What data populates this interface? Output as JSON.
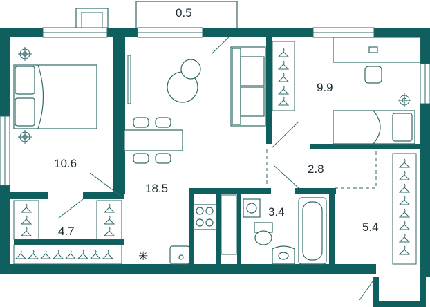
{
  "colors": {
    "wall": "#0f5f5f",
    "line": "#2f6a66",
    "fill_light": "#e6f0ee",
    "text": "#1d2b33"
  },
  "rooms": [
    {
      "id": "balcony",
      "area": "0.5"
    },
    {
      "id": "bedroom-left",
      "area": "10.6"
    },
    {
      "id": "living-kitchen",
      "area": "18.5"
    },
    {
      "id": "bedroom-right",
      "area": "9.9"
    },
    {
      "id": "hallway",
      "area": "2.8"
    },
    {
      "id": "bathroom",
      "area": "3.4"
    },
    {
      "id": "wardrobe-left",
      "area": "4.7"
    },
    {
      "id": "wardrobe-right",
      "area": "5.4"
    }
  ],
  "icons": [
    "bed-icon",
    "sofa-icon",
    "dining-table-icon",
    "desk-icon",
    "bathtub-icon",
    "toilet-icon",
    "sink-icon",
    "washing-machine-icon",
    "stove-icon",
    "hanger-icon",
    "vent-icon",
    "lamp-icon"
  ]
}
